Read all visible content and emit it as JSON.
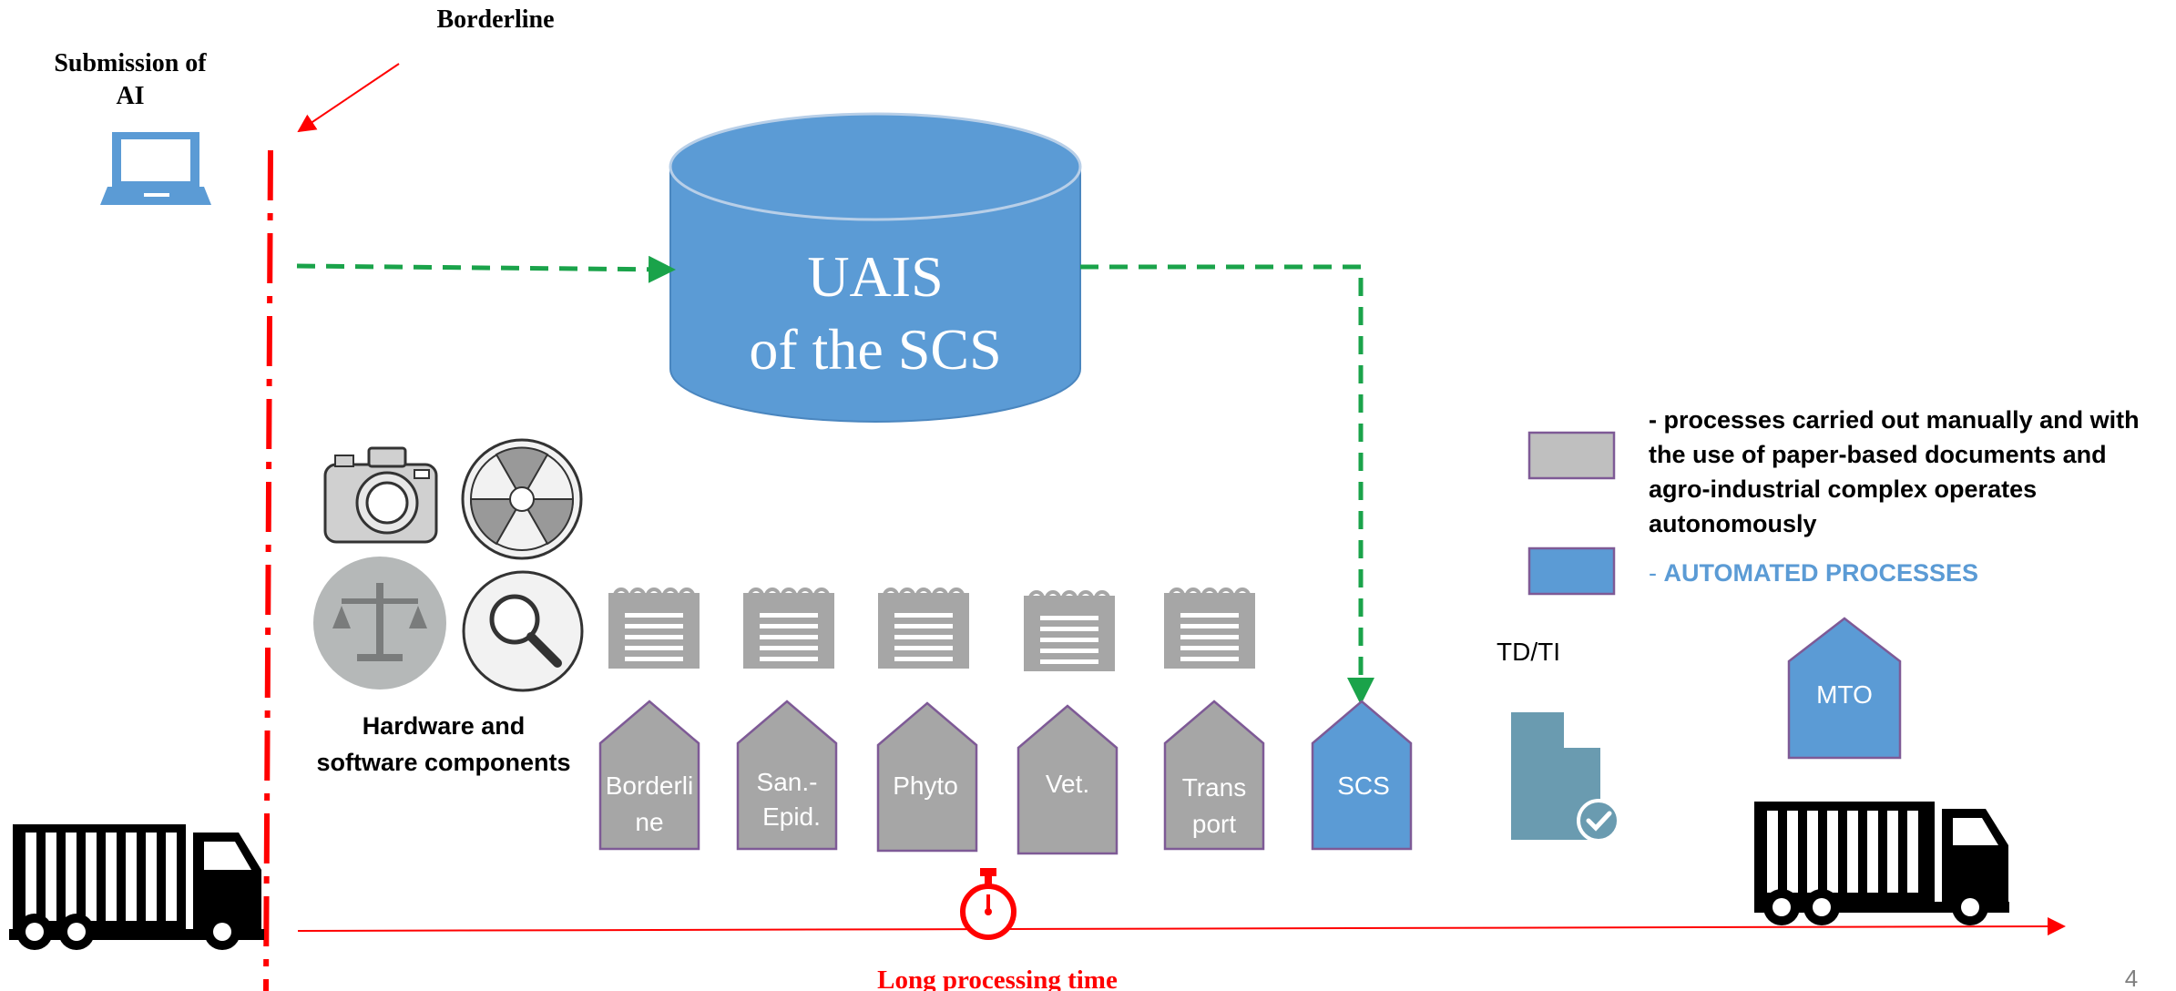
{
  "labels": {
    "borderline_title": "Borderline",
    "submission_line1": "Submission of",
    "submission_line2": "AI",
    "db_line1": "UAIS",
    "db_line2": "of the SCS",
    "hardware_line1": "Hardware and",
    "hardware_line2": "software components",
    "td_ti": "TD/TI",
    "mto": "MTO",
    "long_time": "Long processing time",
    "page_number": "4"
  },
  "agencies": [
    {
      "line1": "Borderli",
      "line2": "ne",
      "type": "manual"
    },
    {
      "line1": "San.-",
      "line2": "Epid.",
      "type": "manual"
    },
    {
      "line1": "Phyto",
      "line2": "",
      "type": "manual"
    },
    {
      "line1": "Vet.",
      "line2": "",
      "type": "manual"
    },
    {
      "line1": "Trans",
      "line2": "port",
      "type": "manual"
    },
    {
      "line1": "SCS",
      "line2": "",
      "type": "automated"
    }
  ],
  "legend": {
    "manual_line1": "- processes carried out manually and with",
    "manual_line2": "the use of paper-based documents and",
    "manual_line3": "agro-industrial complex operates",
    "manual_line4": "autonomously",
    "automated_dash": "- ",
    "automated_text": "AUTOMATED PROCESSES"
  },
  "colors": {
    "manual": "#a6a6a6",
    "automated": "#5b9bd5",
    "border_red": "#ff0000",
    "green_dash": "#1aa34a",
    "document": "#6a9bb0"
  }
}
